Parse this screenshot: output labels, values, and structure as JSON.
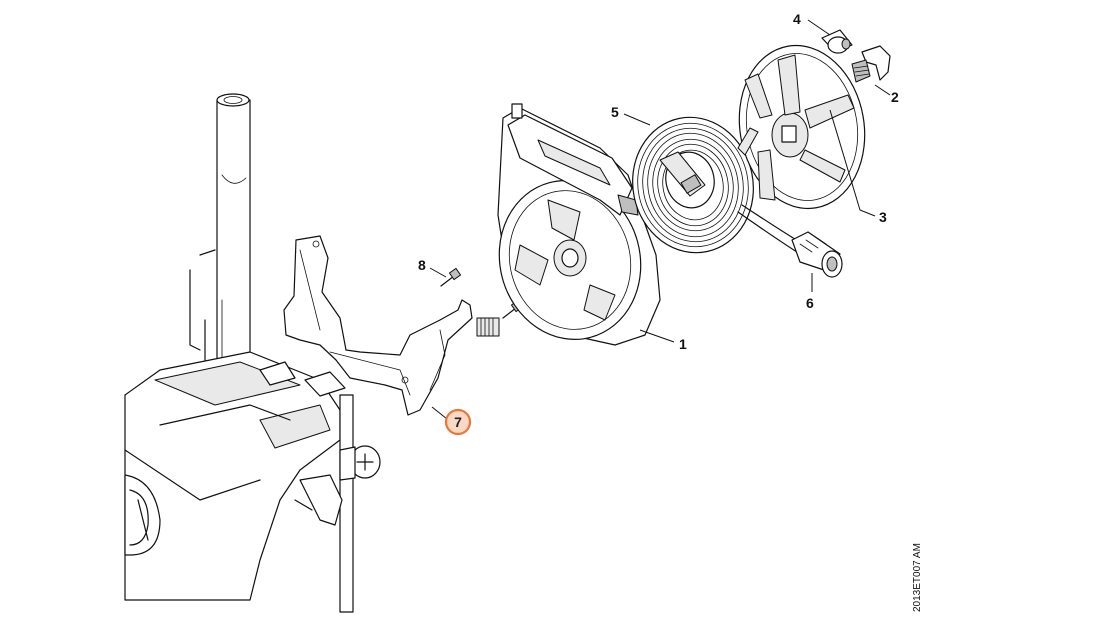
{
  "diagram": {
    "callouts": [
      {
        "id": "callout-1",
        "label": "1"
      },
      {
        "id": "callout-2",
        "label": "2"
      },
      {
        "id": "callout-3",
        "label": "3"
      },
      {
        "id": "callout-4",
        "label": "4"
      },
      {
        "id": "callout-5",
        "label": "5"
      },
      {
        "id": "callout-6",
        "label": "6"
      },
      {
        "id": "callout-7",
        "label": "7",
        "highlighted": true
      },
      {
        "id": "callout-8",
        "label": "8"
      }
    ],
    "highlight_color": "#e8773a",
    "highlight_fill": "#f9d9c3",
    "drawing_id": "2013ET007 AM"
  }
}
